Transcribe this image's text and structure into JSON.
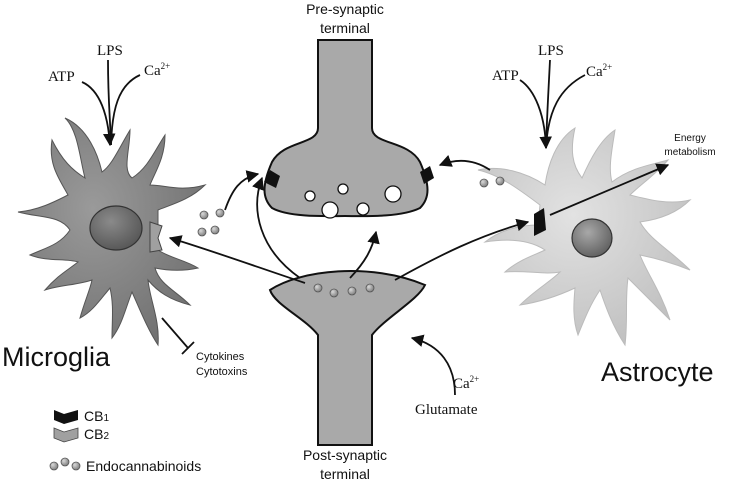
{
  "labels": {
    "pre_line1": "Pre-synaptic",
    "pre_line2": "terminal",
    "post_line1": "Post-synaptic",
    "post_line2": "terminal",
    "microglia": "Microglia",
    "astrocyte": "Astrocyte",
    "lps_left": "LPS",
    "atp_left": "ATP",
    "ca_left": "Ca",
    "lps_right": "LPS",
    "atp_right": "ATP",
    "ca_right": "Ca",
    "ca_glutamate": "Ca",
    "superscript": "2+",
    "glutamate": "Glutamate",
    "energy_line1": "Energy",
    "energy_line2": "metabolism",
    "cytokines": "Cytokines",
    "cytotoxins": "Cytotoxins"
  },
  "legend": {
    "cb1": "CB",
    "cb1_sub": "1",
    "cb2": "CB",
    "cb2_sub": "2",
    "endocannabinoids": "Endocannabinoids"
  },
  "colors": {
    "terminal_fill": "#a9a9a9",
    "microglia_fill": "#7f7f7f",
    "microglia_nucleus": "#6a6a6a",
    "astrocyte_fill": "#cfcfcf",
    "astrocyte_nucleus": "#8a8a8a",
    "cb1_color": "#111111",
    "cb2_color": "#a0a0a0",
    "endocannabinoid_fill": "#9a9a9a"
  }
}
